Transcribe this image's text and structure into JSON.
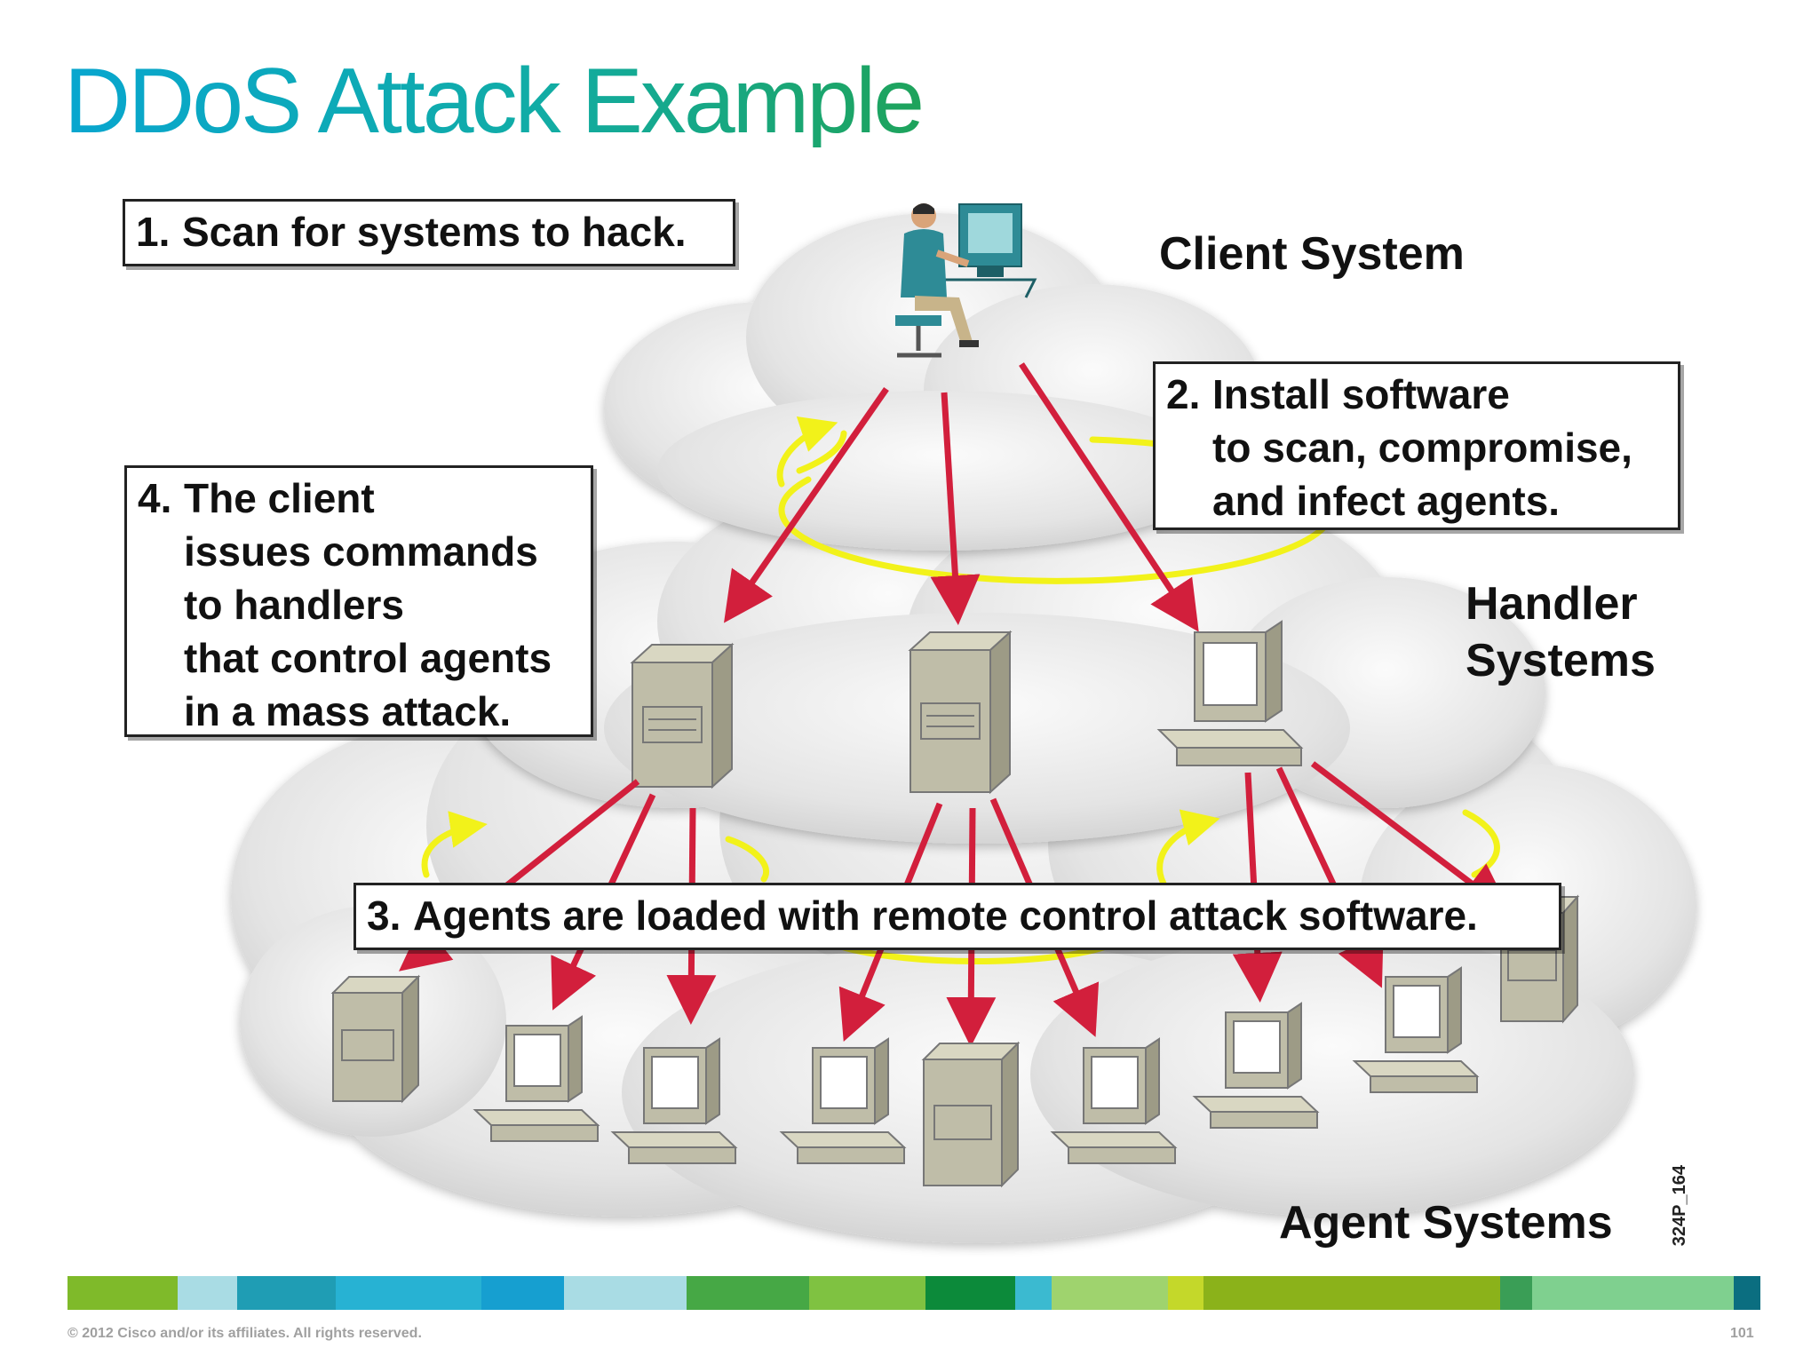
{
  "title": "DDoS Attack Example",
  "steps": {
    "step1": {
      "num": "1.",
      "lines": [
        "Scan for systems to hack."
      ]
    },
    "step2": {
      "num": "2.",
      "lines": [
        "Install software",
        "to scan, compromise,",
        "and infect agents."
      ]
    },
    "step3": {
      "num": "3.",
      "lines": [
        "Agents are loaded with remote control attack software."
      ]
    },
    "step4": {
      "num": "4.",
      "lines": [
        "The client",
        "issues commands",
        "to handlers",
        "that control agents",
        "in a mass attack."
      ]
    }
  },
  "labels": {
    "client": "Client System",
    "handler": [
      "Handler",
      "Systems"
    ],
    "agent": "Agent Systems",
    "figure_code": "324P_164"
  },
  "colors": {
    "arrow": "#d21f3c",
    "orbit": "#f2f21a",
    "cloud": "#e6e6e6",
    "device": "#bfbda8"
  },
  "footer": {
    "copyright": "© 2012 Cisco and/or its affiliates. All rights reserved.",
    "page": "101"
  },
  "color_bar": [
    "#7fba2a",
    "#a9dce4",
    "#1f9db4",
    "#27b2d3",
    "#169fd0",
    "#a9dce4",
    "#46a845",
    "#7fc241",
    "#0c8a3a",
    "#3bbad0",
    "#9fd36e",
    "#c4d82a",
    "#8bb21a",
    "#3a9e56",
    "#7fd08f",
    "#0b6e80"
  ]
}
